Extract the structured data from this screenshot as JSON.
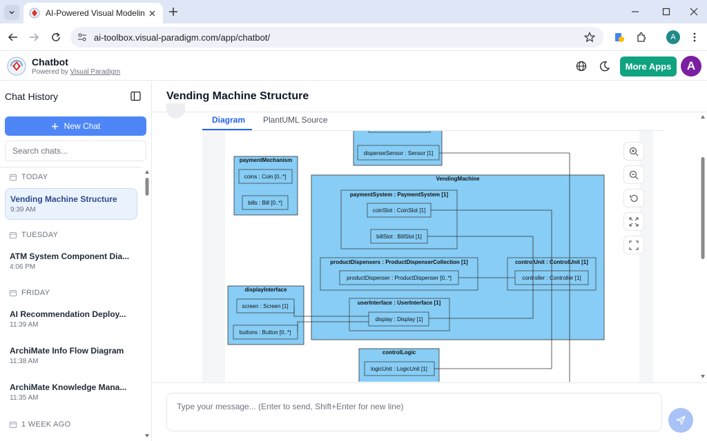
{
  "browser": {
    "tab_title": "AI-Powered Visual Modeling Ch",
    "url": "ai-toolbox.visual-paradigm.com/app/chatbot/",
    "profile_initial": "A"
  },
  "app": {
    "title": "Chatbot",
    "powered_by": "Powered by ",
    "powered_by_link": "Visual Paradigm",
    "more_apps": "More Apps",
    "avatar_initial": "A"
  },
  "sidebar": {
    "title": "Chat History",
    "new_chat": "New Chat",
    "search_placeholder": "Search chats...",
    "groups": [
      "TODAY",
      "TUESDAY",
      "FRIDAY",
      "1 WEEK AGO"
    ],
    "chats": [
      {
        "title": "Vending Machine Structure",
        "time": "9:39 AM"
      },
      {
        "title": "ATM System Component Dia...",
        "time": "4:06 PM"
      },
      {
        "title": "AI Recommendation Deploy...",
        "time": "11:39 AM"
      },
      {
        "title": "ArchiMate Info Flow Diagram",
        "time": "11:38 AM"
      },
      {
        "title": "ArchiMate Knowledge Mana...",
        "time": "11:35 AM"
      }
    ]
  },
  "main": {
    "title": "Vending Machine Structure",
    "tabs": [
      "Diagram",
      "PlantUML Source"
    ],
    "active_tab": "Diagram",
    "input_placeholder": "Type your message... (Enter to send, Shift+Enter for new line)"
  },
  "diagram": {
    "fill": "#87cdf5",
    "top_part": "dispenseSensor : Sensor [1]",
    "payment": {
      "title": "paymentMechanism",
      "parts": [
        "coins : Coin [0..*]",
        "bills : Bill [0..*]"
      ]
    },
    "vending": {
      "title": "VendingMachine"
    },
    "paymentSystem": {
      "title": "paymentSystem : PaymentSystem [1]",
      "parts": [
        "coinSlot : CoinSlot [1]",
        "billSlot : BillSlot [1]"
      ]
    },
    "productDispensers": {
      "title": "productDispensers : ProductDispenserCollection [1]",
      "parts": [
        "productDispenser : ProductDispenser [0..*]"
      ]
    },
    "controlUnit": {
      "title": "controlUnit : ControlUnit [1]",
      "parts": [
        "controller : Controller [1]"
      ]
    },
    "userInterface": {
      "title": "userInterface : UserInterface [1]",
      "parts": [
        "display : Display [1]"
      ]
    },
    "displayInterface": {
      "title": "displayInterface",
      "parts": [
        "screen : Screen [1]",
        "buttons : Button [0..*]"
      ]
    },
    "controlLogic": {
      "title": "controlLogic",
      "parts": [
        "logicUnit : LogicUnit [1]"
      ]
    }
  }
}
